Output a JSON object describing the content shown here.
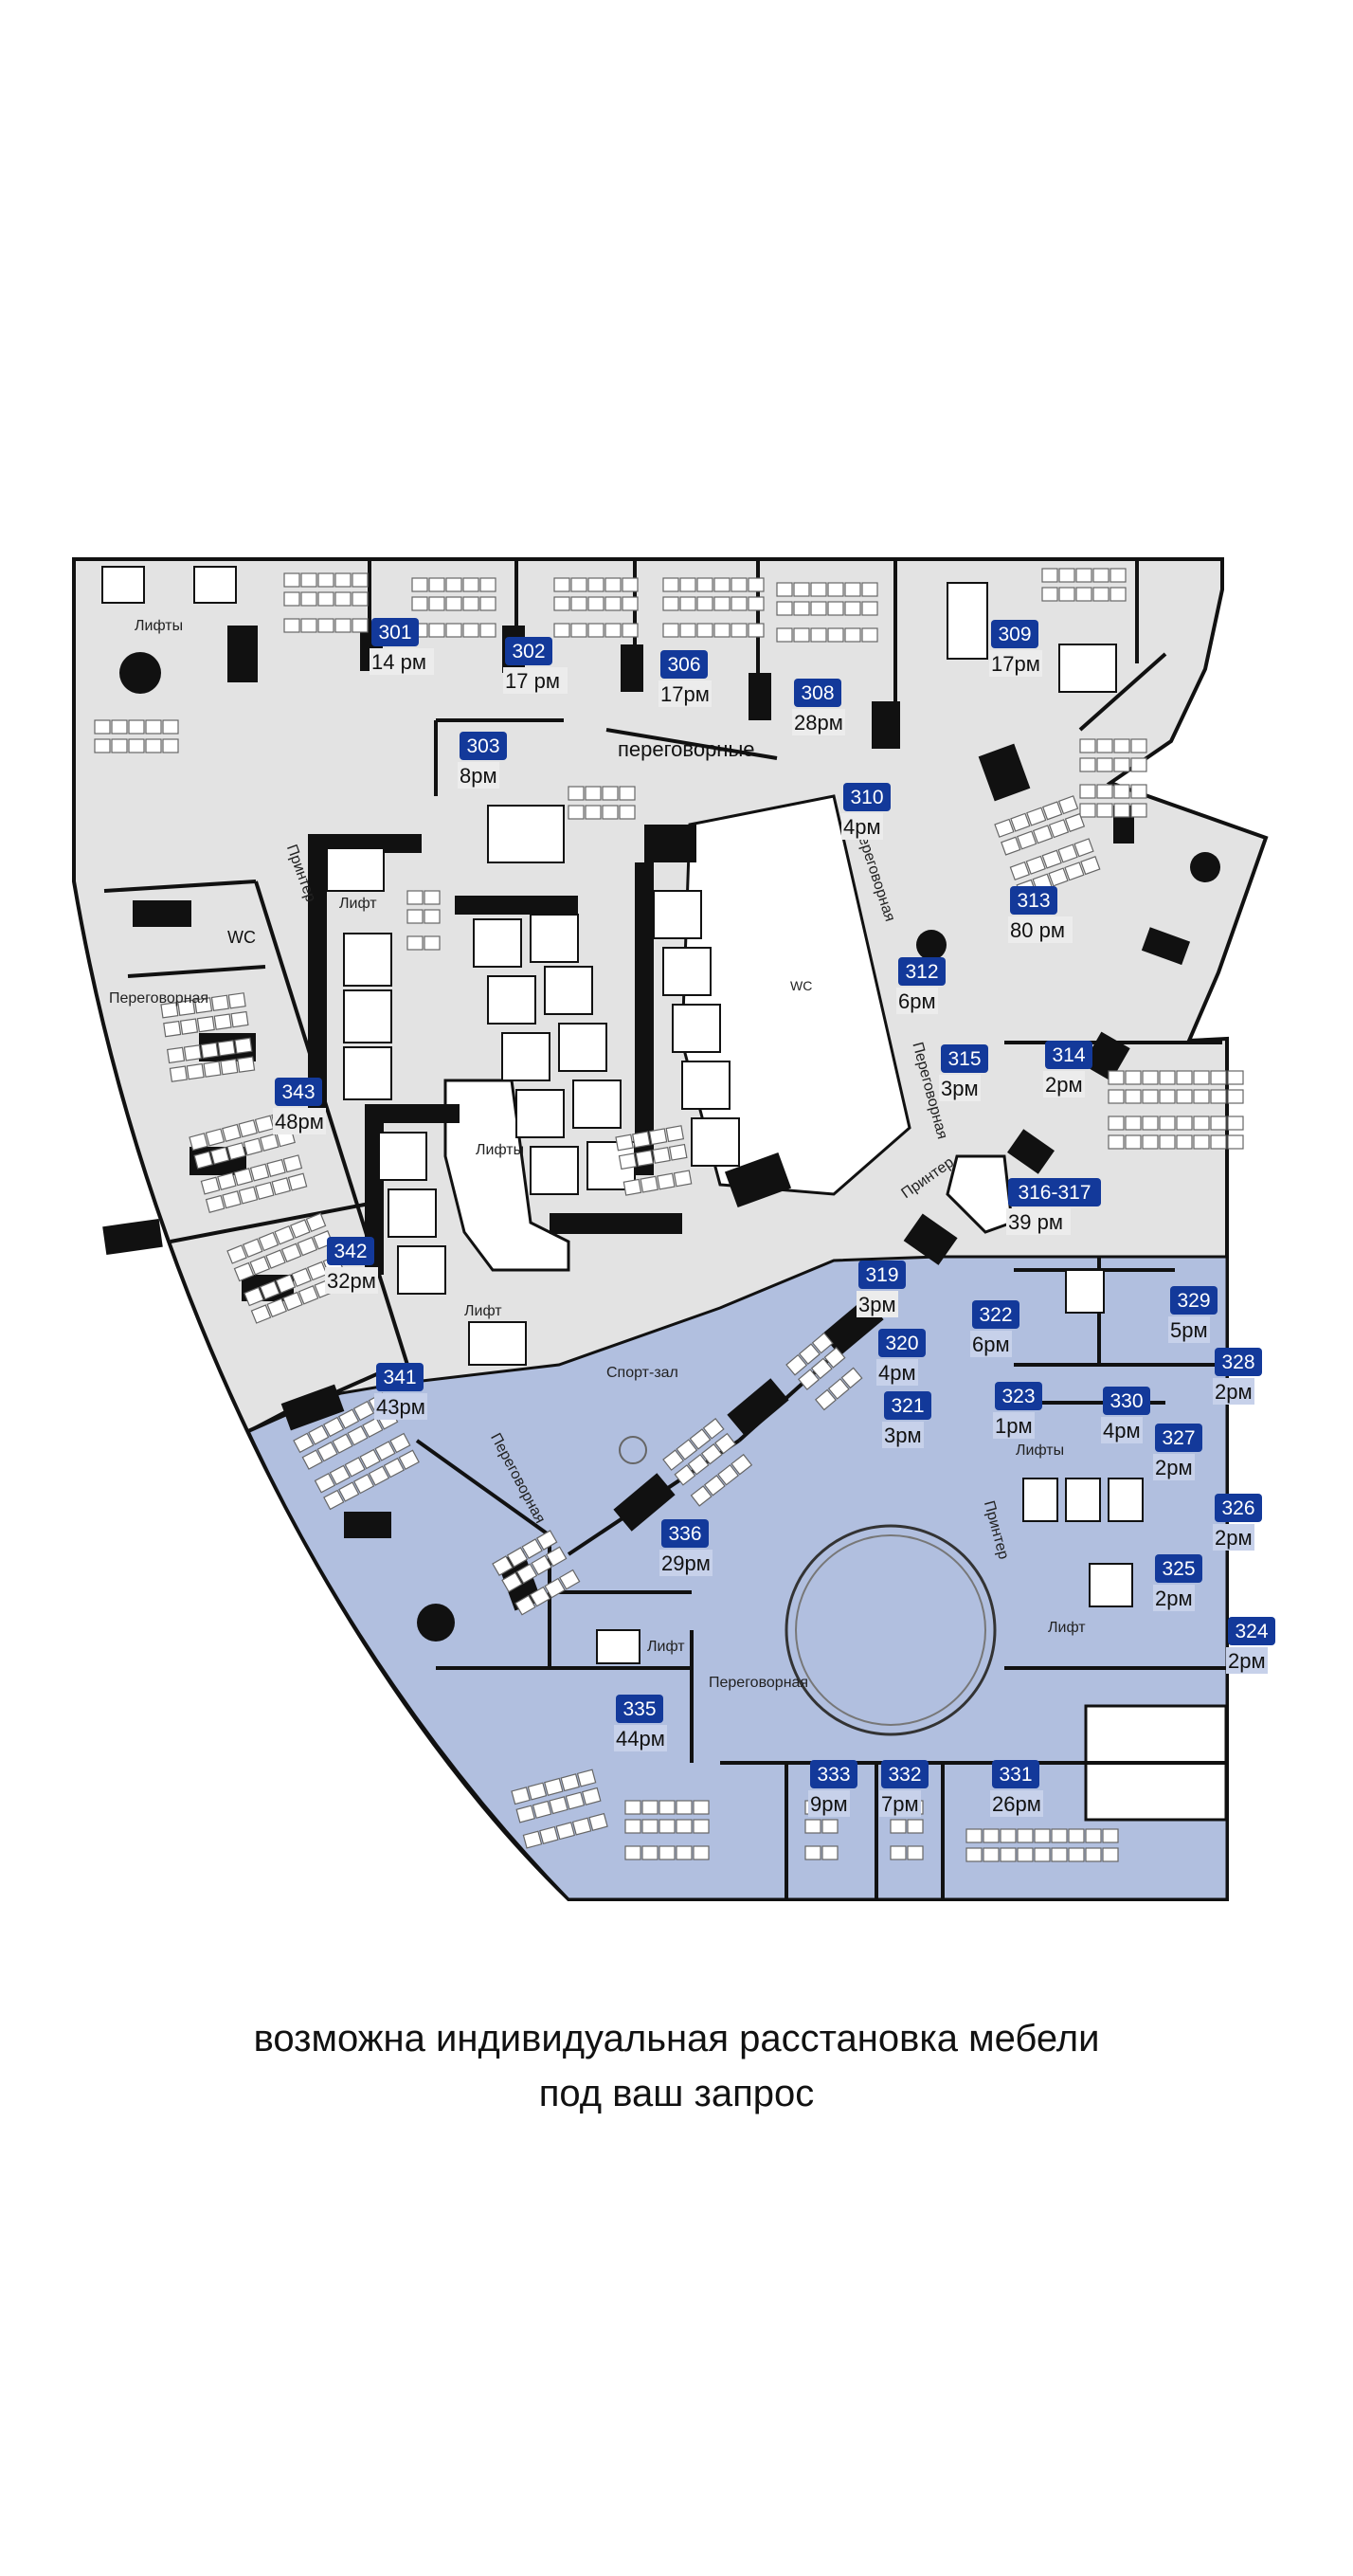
{
  "colors": {
    "common_area": "#e3e3e3",
    "available_area": "#b1bfdf",
    "badge": "#13399a",
    "wall": "#111111",
    "core": "#ffffff"
  },
  "labels": {
    "lifts_top": "Лифты",
    "wc_left": "WC",
    "meeting_left": "Переговорная",
    "printer_left": "Принтер",
    "lift_a": "Лифт",
    "lifts_core": "Лифты",
    "lift_b": "Лифт",
    "meetings_top": "переговорные",
    "wc_center": "WC",
    "meeting_310": "Переговорная",
    "meeting_315": "Переговорная",
    "printer_mid": "Принтер",
    "gym": "Спорт-зал",
    "meeting_341": "Переговорная",
    "lift_c": "Лифт",
    "meeting_335": "Переговорная",
    "printer_right": "Принтер",
    "lifts_right": "Лифты",
    "lift_d": "Лифт"
  },
  "rooms": [
    {
      "id": "301",
      "capacity": "14 рм",
      "available": false
    },
    {
      "id": "302",
      "capacity": "17 рм",
      "available": false
    },
    {
      "id": "306",
      "capacity": "17рм",
      "available": false
    },
    {
      "id": "308",
      "capacity": "28рм",
      "available": false
    },
    {
      "id": "309",
      "capacity": "17рм",
      "available": false
    },
    {
      "id": "303",
      "capacity": "8рм",
      "available": false
    },
    {
      "id": "310",
      "capacity": "4рм",
      "available": false
    },
    {
      "id": "313",
      "capacity": "80 рм",
      "available": false
    },
    {
      "id": "312",
      "capacity": "6рм",
      "available": false
    },
    {
      "id": "315",
      "capacity": "3рм",
      "available": false
    },
    {
      "id": "314",
      "capacity": "2рм",
      "available": false
    },
    {
      "id": "316-317",
      "capacity": "39 рм",
      "available": false
    },
    {
      "id": "343",
      "capacity": "48рм",
      "available": false
    },
    {
      "id": "342",
      "capacity": "32рм",
      "available": false
    },
    {
      "id": "341",
      "capacity": "43рм",
      "available": true
    },
    {
      "id": "319",
      "capacity": "3рм",
      "available": false
    },
    {
      "id": "320",
      "capacity": "4рм",
      "available": true
    },
    {
      "id": "322",
      "capacity": "6рм",
      "available": true
    },
    {
      "id": "321",
      "capacity": "3рм",
      "available": true
    },
    {
      "id": "323",
      "capacity": "1рм",
      "available": true
    },
    {
      "id": "330",
      "capacity": "4рм",
      "available": true
    },
    {
      "id": "329",
      "capacity": "5рм",
      "available": true
    },
    {
      "id": "328",
      "capacity": "2рм",
      "available": true
    },
    {
      "id": "327",
      "capacity": "2рм",
      "available": true
    },
    {
      "id": "326",
      "capacity": "2рм",
      "available": true
    },
    {
      "id": "325",
      "capacity": "2рм",
      "available": true
    },
    {
      "id": "324",
      "capacity": "2рм",
      "available": true
    },
    {
      "id": "336",
      "capacity": "29рм",
      "available": true
    },
    {
      "id": "335",
      "capacity": "44рм",
      "available": true
    },
    {
      "id": "333",
      "capacity": "9рм",
      "available": true
    },
    {
      "id": "332",
      "capacity": "7рм",
      "available": true
    },
    {
      "id": "331",
      "capacity": "26рм",
      "available": true
    }
  ],
  "note": {
    "line1": "возможна индивидуальная расстановка мебели",
    "line2": "под ваш запрос"
  }
}
